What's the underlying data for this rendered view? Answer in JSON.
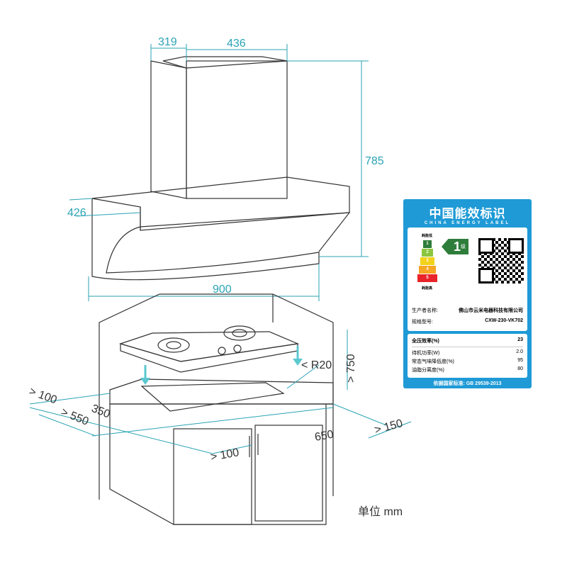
{
  "dimensions": {
    "chimney_depth": "319",
    "chimney_width": "436",
    "total_height": "785",
    "hood_depth": "426",
    "hood_width": "900",
    "mount_height": "> 750",
    "corner_radius": "< R20",
    "left_clearance": "> 100",
    "cutout_depth": "350",
    "counter_depth": "> 550",
    "front_clearance": "> 100",
    "cutout_width": "650",
    "right_clearance": "> 150"
  },
  "unit_label": "单位  mm",
  "energy_label": {
    "title": "中国能效标识",
    "subtitle": "CHINA ENERGY LABEL",
    "low_consumption": "耗能低",
    "high_consumption": "耗能高",
    "grades": [
      "1",
      "2",
      "3",
      "4",
      "5"
    ],
    "grade_colors": [
      "#2e7d3a",
      "#8cc63f",
      "#f2d21b",
      "#f5a623",
      "#e8242a"
    ],
    "rating": "1",
    "rating_suffix": "级",
    "manufacturer_label": "生产者名称:",
    "manufacturer": "佛山市云米电器科技有限公司",
    "model_label": "规格型号:",
    "model": "CXW-230-VK702",
    "specs": [
      {
        "label": "全压效率(%)",
        "value": "23"
      },
      {
        "label": "待机功率(W)",
        "value": "2.0"
      },
      {
        "label": "常态气味降低度(%)",
        "value": "95"
      },
      {
        "label": "油脂分离度(%)",
        "value": "80"
      }
    ],
    "standard": "依据国家标准: GB 29539-2013"
  }
}
